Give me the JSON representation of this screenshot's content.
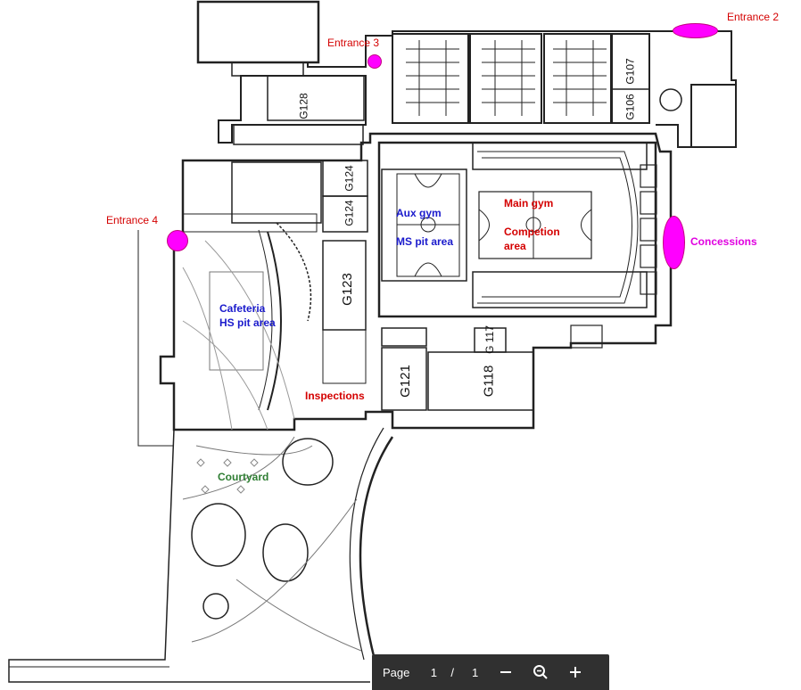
{
  "map": {
    "entrances": [
      {
        "label": "Entrance 2",
        "color": "#cc0000"
      },
      {
        "label": "Entrance 3",
        "color": "#cc0000"
      },
      {
        "label": "Entrance 4",
        "color": "#cc0000"
      }
    ],
    "zones": {
      "aux_gym": "Aux gym",
      "ms_pit": "MS pit area",
      "main_gym": "Main gym",
      "competition_line1": "Competion",
      "competition_line2": "area",
      "concessions": "Concessions",
      "cafeteria": "Cafeteria",
      "hs_pit": "HS pit area",
      "inspections": "Inspections",
      "courtyard": "Courtyard"
    },
    "rooms": [
      "G128",
      "G124",
      "G124",
      "G123",
      "G121",
      "G118",
      "G 117",
      "G107",
      "G106"
    ],
    "colors": {
      "red_label": "#d40000",
      "blue_label": "#1a1acc",
      "magenta_label": "#e000e0",
      "green_label": "#2e7d32",
      "marker_fill": "#ff00ff",
      "wall": "#222222"
    }
  },
  "viewer": {
    "page_label": "Page",
    "current_page": "1",
    "separator": "/",
    "total_pages": "1",
    "zoom_out_icon": "minus-icon",
    "zoom_reset_icon": "magnifier-minus-icon",
    "zoom_in_icon": "plus-icon"
  }
}
